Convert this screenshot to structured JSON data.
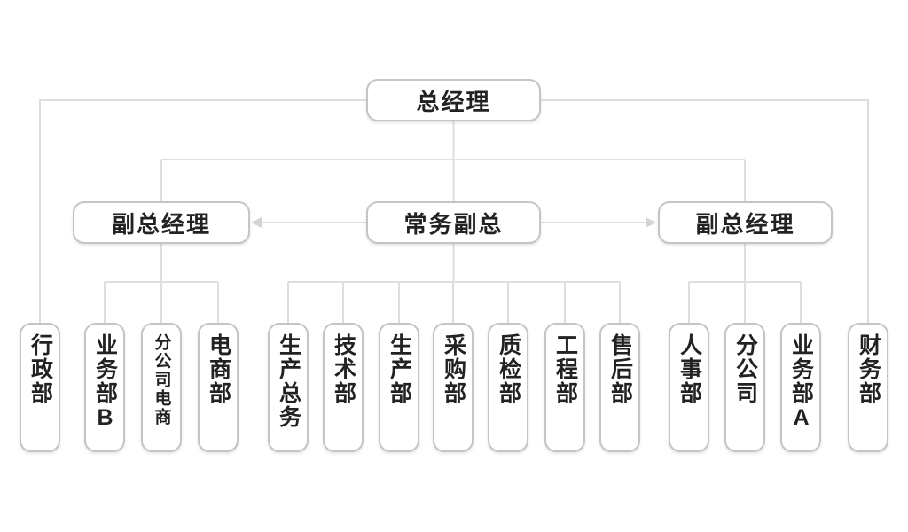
{
  "diagram": {
    "type": "org-chart",
    "colors": {
      "background": "#ffffff",
      "connector": "#dedede",
      "arrow": "#d4d4d4",
      "node_border": "#c5c5c5",
      "node_fill": "#ffffff",
      "text": "#222222"
    },
    "nodes": {
      "general_manager": {
        "label": "总经理"
      },
      "deputy_gm_left": {
        "label": "副总经理"
      },
      "executive_deputy_gm": {
        "label": "常务副总"
      },
      "deputy_gm_right": {
        "label": "副总经理"
      },
      "admin_dept": {
        "label": "行政部"
      },
      "business_dept_b": {
        "label": "业务部B"
      },
      "branch_ecommerce": {
        "label": "分公司电商"
      },
      "ecommerce_dept": {
        "label": "电商部"
      },
      "production_general_affairs": {
        "label": "生产总务"
      },
      "technology_dept": {
        "label": "技术部"
      },
      "production_dept": {
        "label": "生产部"
      },
      "purchasing_dept": {
        "label": "采购部"
      },
      "quality_inspection_dept": {
        "label": "质检部"
      },
      "engineering_dept": {
        "label": "工程部"
      },
      "after_sales_dept": {
        "label": "售后部"
      },
      "hr_dept": {
        "label": "人事部"
      },
      "branch_company": {
        "label": "分公司"
      },
      "business_dept_a": {
        "label": "业务部A"
      },
      "finance_dept": {
        "label": "财务部"
      }
    },
    "edges": [
      {
        "from": "general_manager",
        "to": "deputy_gm_left",
        "style": "line"
      },
      {
        "from": "general_manager",
        "to": "executive_deputy_gm",
        "style": "line"
      },
      {
        "from": "general_manager",
        "to": "deputy_gm_right",
        "style": "line"
      },
      {
        "from": "general_manager",
        "to": "admin_dept",
        "style": "line"
      },
      {
        "from": "general_manager",
        "to": "finance_dept",
        "style": "line"
      },
      {
        "from": "executive_deputy_gm",
        "to": "deputy_gm_left",
        "style": "arrow"
      },
      {
        "from": "executive_deputy_gm",
        "to": "deputy_gm_right",
        "style": "arrow"
      },
      {
        "from": "deputy_gm_left",
        "to": "business_dept_b",
        "style": "line"
      },
      {
        "from": "deputy_gm_left",
        "to": "branch_ecommerce",
        "style": "line"
      },
      {
        "from": "deputy_gm_left",
        "to": "ecommerce_dept",
        "style": "line"
      },
      {
        "from": "executive_deputy_gm",
        "to": "production_general_affairs",
        "style": "line"
      },
      {
        "from": "executive_deputy_gm",
        "to": "technology_dept",
        "style": "line"
      },
      {
        "from": "executive_deputy_gm",
        "to": "production_dept",
        "style": "line"
      },
      {
        "from": "executive_deputy_gm",
        "to": "purchasing_dept",
        "style": "line"
      },
      {
        "from": "executive_deputy_gm",
        "to": "quality_inspection_dept",
        "style": "line"
      },
      {
        "from": "executive_deputy_gm",
        "to": "engineering_dept",
        "style": "line"
      },
      {
        "from": "executive_deputy_gm",
        "to": "after_sales_dept",
        "style": "line"
      },
      {
        "from": "deputy_gm_right",
        "to": "hr_dept",
        "style": "line"
      },
      {
        "from": "deputy_gm_right",
        "to": "branch_company",
        "style": "line"
      },
      {
        "from": "deputy_gm_right",
        "to": "business_dept_a",
        "style": "line"
      }
    ]
  }
}
